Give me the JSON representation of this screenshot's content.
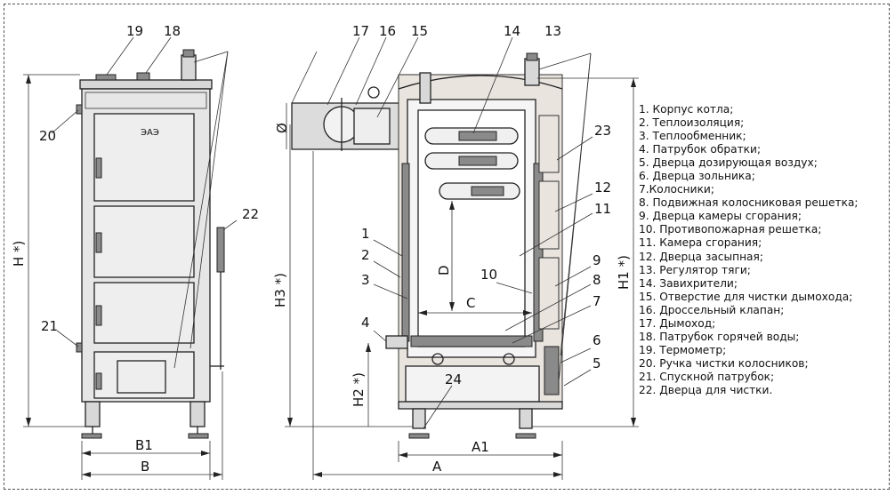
{
  "front_view": {
    "labels": {
      "n19": "19",
      "n18": "18",
      "n20": "20",
      "n22": "22",
      "n21": "21"
    },
    "dims": {
      "h": "H *)",
      "b1": "B1",
      "b": "B"
    },
    "logo": "ЭАЭ"
  },
  "section_view": {
    "labels": {
      "n17": "17",
      "n16": "16",
      "n15": "15",
      "n14": "14",
      "n13": "13",
      "n23": "23",
      "n12": "12",
      "n11": "11",
      "n1": "1",
      "n2": "2",
      "n3": "3",
      "n10": "10",
      "n9": "9",
      "n8": "8",
      "n7": "7",
      "n4": "4",
      "n6": "6",
      "n5": "5",
      "n24": "24"
    },
    "dims": {
      "diam": "Ø",
      "h3": "H3 *)",
      "h2": "H2 *)",
      "h1": "H1 *)",
      "d": "D",
      "c": "C",
      "a1": "A1",
      "a": "A"
    }
  },
  "legend": [
    "1. Корпус котла;",
    "2. Теплоизоляция;",
    "3. Теплообменник;",
    "4. Патрубок обратки;",
    "5. Дверца дозирующая воздух;",
    "6. Дверца зольника;",
    "7.Колосники;",
    "8. Подвижная колосниковая решетка;",
    "9. Дверца камеры сгорания;",
    "10. Противопожарная решетка;",
    "11. Камера сгорания;",
    "12. Дверца засыпная;",
    "13. Регулятор тяги;",
    "14. Завихрители;",
    "15. Отверстие для чистки дымохода;",
    "16. Дроссельный клапан;",
    "17. Дымоход;",
    "18. Патрубок горячей воды;",
    "19. Термометр;",
    "20. Ручка чистки колосников;",
    "21. Спускной патрубок;",
    "22. Дверца для чистки."
  ]
}
